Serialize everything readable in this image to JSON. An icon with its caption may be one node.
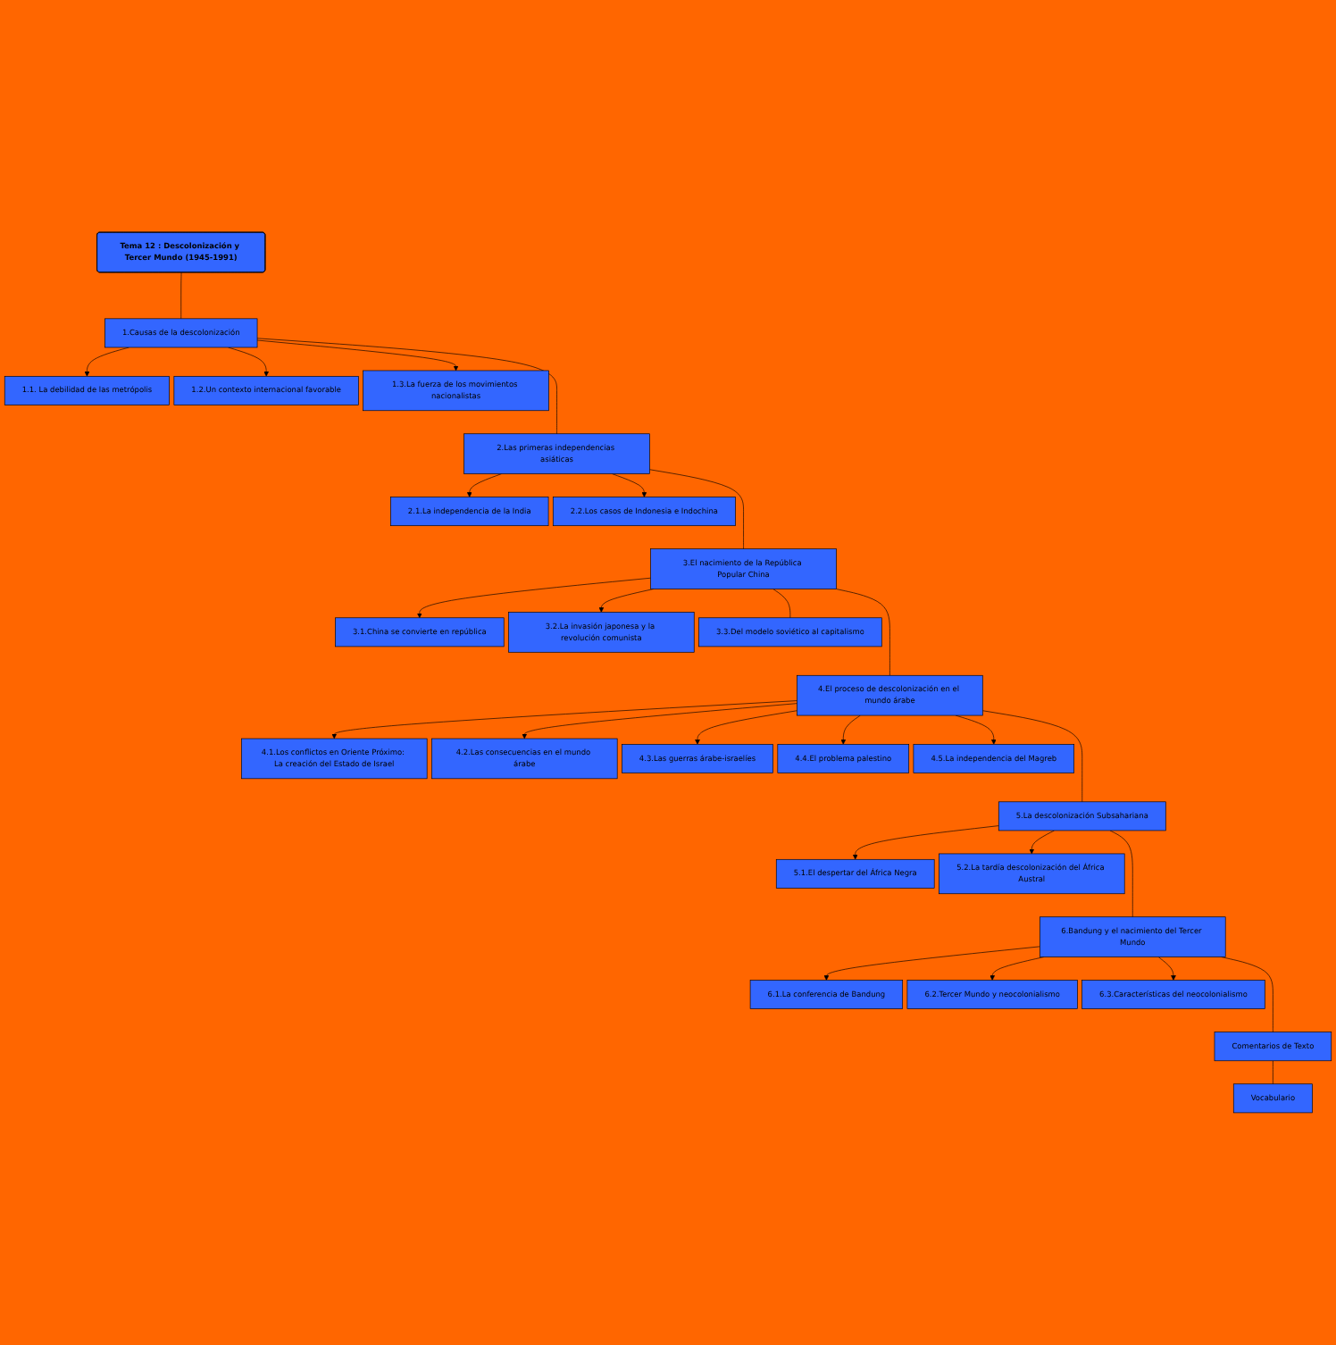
{
  "diagram": {
    "nodes": [
      {
        "text": [
          "Tema 12 : Descolonización y Tercer Mundo (1945-1991)"
        ]
      },
      {
        "text": [
          "1.Causas de la descolonización"
        ]
      },
      {
        "text": [
          "1.1. La debilidad de las metrópolis"
        ]
      },
      {
        "text": [
          "1.2.Un contexto internacional favorable"
        ]
      },
      {
        "text": [
          "1.3.La fuerza de los movimientos nacionalistas"
        ]
      },
      {
        "text": [
          "2.Las primeras independencias asiáticas"
        ]
      },
      {
        "text": [
          "2.1.La independencia de la India"
        ]
      },
      {
        "text": [
          "2.2.Los casos de Indonesia e Indochina"
        ]
      },
      {
        "text": [
          "3.El nacimiento de la República Popular China"
        ]
      },
      {
        "text": [
          "3.1.China se convierte en república"
        ]
      },
      {
        "text": [
          "3.2.La invasión japonesa y la revolución comunista"
        ]
      },
      {
        "text": [
          "3.3.Del modelo soviético al capitalismo"
        ]
      },
      {
        "text": [
          "4.El proceso de descolonización en el mundo árabe"
        ]
      },
      {
        "text": [
          "4.1.Los conflictos en Oriente Próximo: La creación del Estado de Israel"
        ]
      },
      {
        "text": [
          "4.2.Las consecuencias en el mundo árabe"
        ]
      },
      {
        "text": [
          "4.3.Las guerras árabe-israelíes"
        ]
      },
      {
        "text": [
          "4.4.El problema palestino"
        ]
      },
      {
        "text": [
          "4.5.La independencia del Magreb"
        ]
      },
      {
        "text": [
          "5.La descolonización Subsahariana"
        ]
      },
      {
        "text": [
          "5.1.El despertar del África Negra"
        ]
      },
      {
        "text": [
          "5.2.La tardía descolonización del África Austral"
        ]
      },
      {
        "text": [
          "6.Bandung y el nacimiento del Tercer Mundo"
        ]
      },
      {
        "text": [
          "6.1.La conferencia de Bandung"
        ]
      },
      {
        "text": [
          "6.2.Tercer Mundo y neocolonialismo"
        ]
      },
      {
        "text": [
          "6.3.Características del neocolonialismo"
        ]
      },
      {
        "text": [
          "Comentarios de Texto"
        ]
      },
      {
        "text": [
          "Vocabulario"
        ]
      }
    ],
    "edges": [
      {
        "from": 0,
        "to": 1,
        "arrow": "none"
      },
      {
        "from": 1,
        "to": 2,
        "arrow": "to"
      },
      {
        "from": 1,
        "to": 3,
        "arrow": "to"
      },
      {
        "from": 1,
        "to": 4,
        "arrow": "to"
      },
      {
        "from": 1,
        "to": 5,
        "arrow": "none"
      },
      {
        "from": 5,
        "to": 6,
        "arrow": "to"
      },
      {
        "from": 5,
        "to": 7,
        "arrow": "to"
      },
      {
        "from": 5,
        "to": 8,
        "arrow": "none"
      },
      {
        "from": 8,
        "to": 9,
        "arrow": "to"
      },
      {
        "from": 8,
        "to": 10,
        "arrow": "to"
      },
      {
        "from": 8,
        "to": 11,
        "arrow": "none"
      },
      {
        "from": 8,
        "to": 12,
        "arrow": "none"
      },
      {
        "from": 12,
        "to": 13,
        "arrow": "to"
      },
      {
        "from": 12,
        "to": 14,
        "arrow": "to"
      },
      {
        "from": 12,
        "to": 15,
        "arrow": "to"
      },
      {
        "from": 12,
        "to": 16,
        "arrow": "to"
      },
      {
        "from": 12,
        "to": 17,
        "arrow": "to"
      },
      {
        "from": 12,
        "to": 18,
        "arrow": "none"
      },
      {
        "from": 18,
        "to": 19,
        "arrow": "to"
      },
      {
        "from": 18,
        "to": 20,
        "arrow": "to"
      },
      {
        "from": 18,
        "to": 21,
        "arrow": "none"
      },
      {
        "from": 21,
        "to": 22,
        "arrow": "to"
      },
      {
        "from": 21,
        "to": 23,
        "arrow": "to"
      },
      {
        "from": 21,
        "to": 24,
        "arrow": "to"
      },
      {
        "from": 21,
        "to": 25,
        "arrow": "none"
      },
      {
        "from": 25,
        "to": 26,
        "arrow": "none"
      }
    ]
  }
}
